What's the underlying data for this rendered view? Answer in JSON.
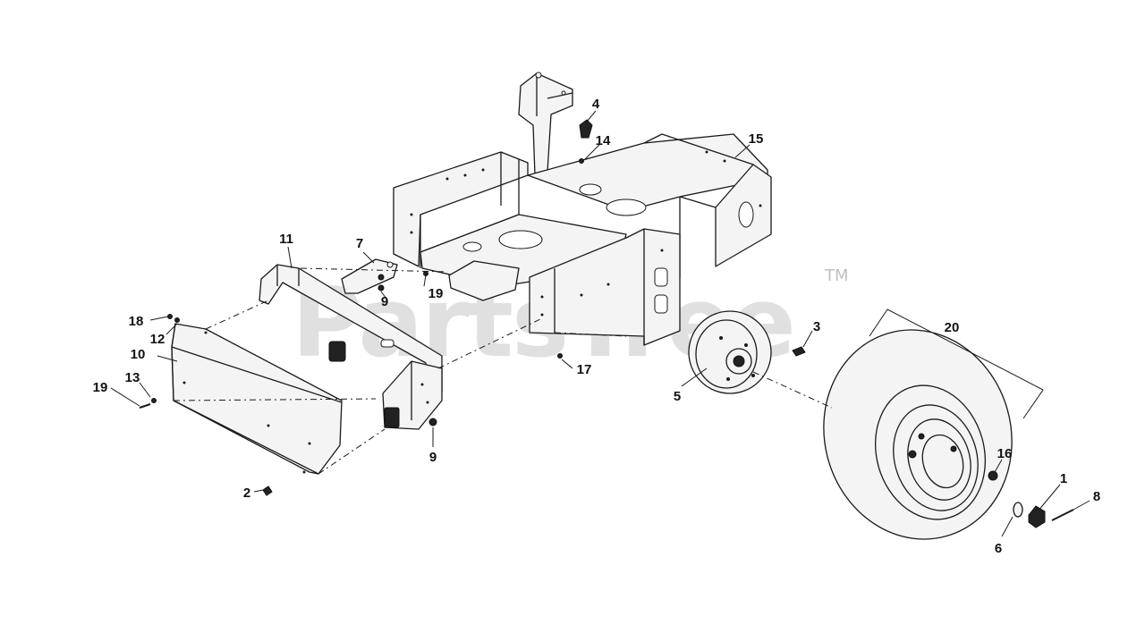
{
  "watermark": {
    "text": "PartsTree",
    "trademark": "TM"
  },
  "callouts": {
    "c1": "1",
    "c2": "2",
    "c3": "3",
    "c4": "4",
    "c5": "5",
    "c6": "6",
    "c7": "7",
    "c8": "8",
    "c9a": "9",
    "c9b": "9",
    "c10": "10",
    "c11": "11",
    "c12": "12",
    "c13": "13",
    "c14": "14",
    "c15": "15",
    "c16": "16",
    "c17": "17",
    "c18": "18",
    "c19a": "19",
    "c19b": "19",
    "c20": "20"
  }
}
